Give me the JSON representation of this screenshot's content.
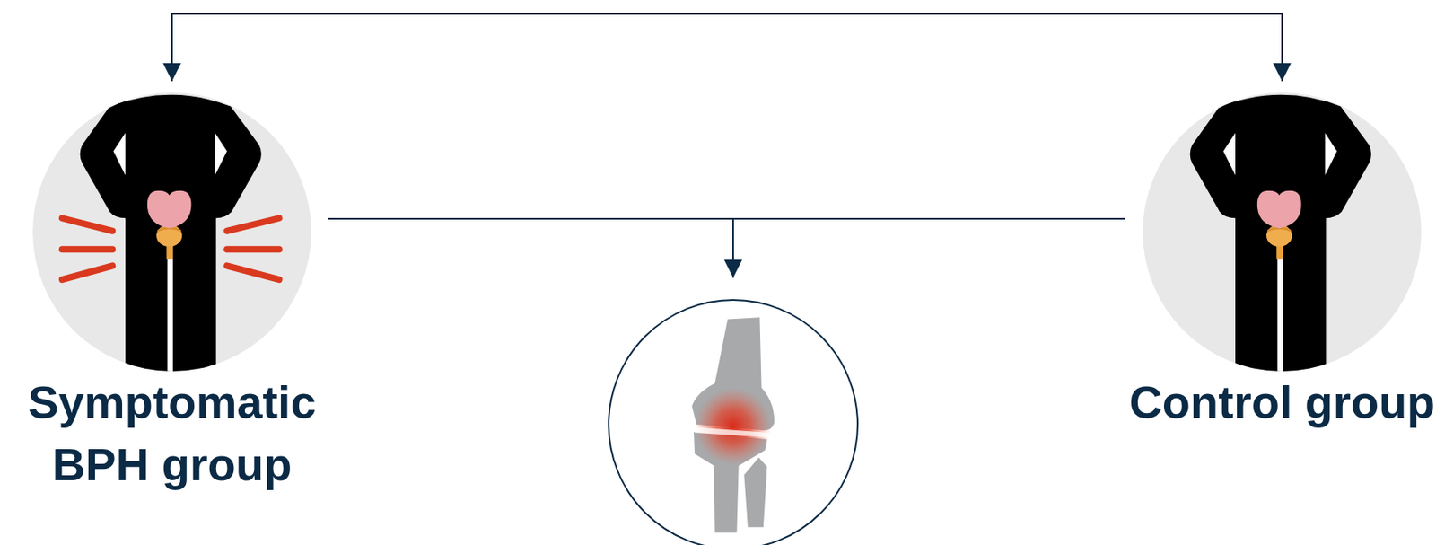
{
  "diagram": {
    "nodes": [
      {
        "text": [
          "Symptomatic BPH group"
        ]
      },
      {
        "text": [
          "Control group"
        ]
      }
    ],
    "edges": [
      {
        "from": 0,
        "to": 1,
        "arrow": "both"
      }
    ]
  }
}
